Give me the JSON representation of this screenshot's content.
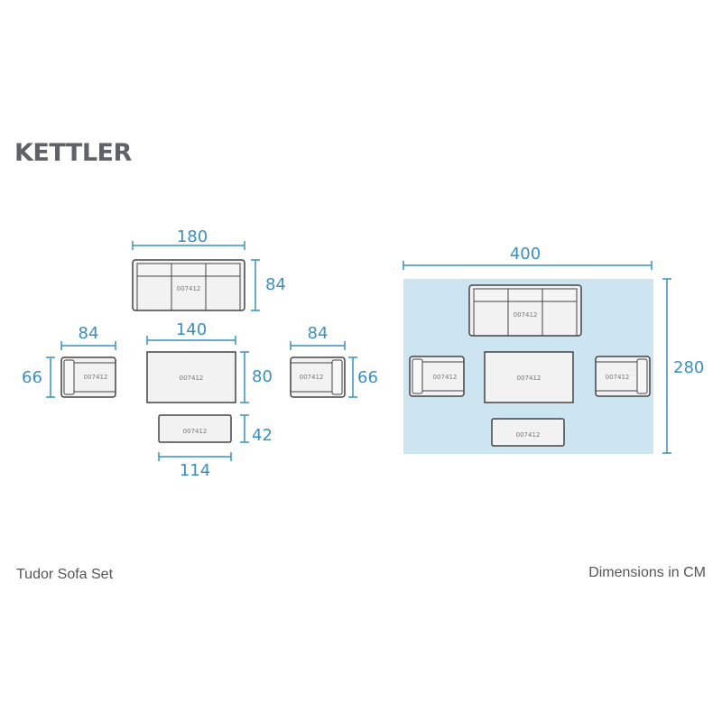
{
  "brand": {
    "logo_text": "KETTLER"
  },
  "colors": {
    "dimension": "#3b8fc0",
    "outline": "#444444",
    "fill": "#f2f2f2",
    "room_fill": "#cde4f1"
  },
  "diagram": {
    "product_code": "007412",
    "sofa": {
      "width": "180",
      "depth": "84"
    },
    "left_chair": {
      "width": "84",
      "depth": "66"
    },
    "right_chair": {
      "width": "84",
      "depth": "66"
    },
    "coffee_table": {
      "width": "140",
      "depth": "80"
    },
    "side_table": {
      "width": "114",
      "depth": "42"
    },
    "layout": {
      "width": "400",
      "depth": "280"
    }
  },
  "footer": {
    "product_name": "Tudor Sofa Set",
    "units_note": "Dimensions in CM"
  }
}
